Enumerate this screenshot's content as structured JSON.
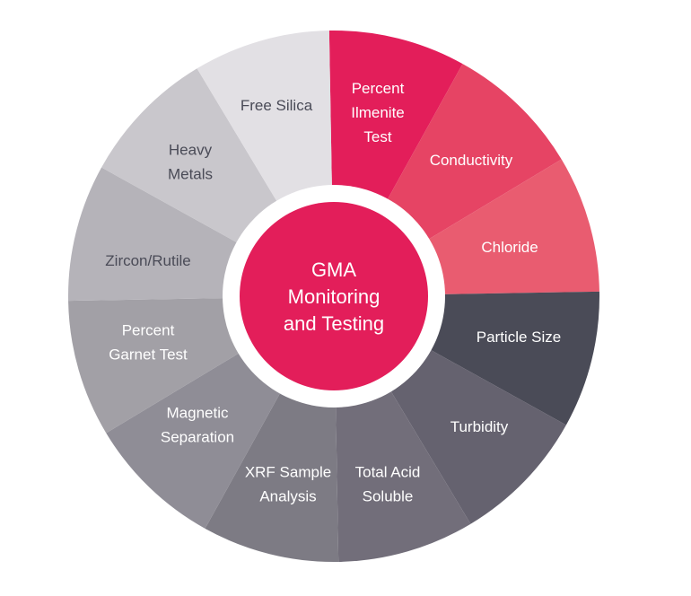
{
  "center": {
    "lines": [
      "GMA",
      "Monitoring",
      "and Testing"
    ],
    "color": "#e31e5a"
  },
  "segments": [
    {
      "lines": [
        "Percent",
        "Ilmenite",
        "Test"
      ],
      "color": "#e31e5a",
      "text_color": "#ffffff"
    },
    {
      "lines": [
        "Conductivity"
      ],
      "color": "#e64464",
      "text_color": "#ffffff"
    },
    {
      "lines": [
        "Chloride"
      ],
      "color": "#e95c70",
      "text_color": "#ffffff"
    },
    {
      "lines": [
        "Particle Size"
      ],
      "color": "#4a4b57",
      "text_color": "#ffffff"
    },
    {
      "lines": [
        "Turbidity"
      ],
      "color": "#65626f",
      "text_color": "#ffffff"
    },
    {
      "lines": [
        "Total Acid",
        "Soluble"
      ],
      "color": "#726e7a",
      "text_color": "#ffffff"
    },
    {
      "lines": [
        "XRF Sample",
        "Analysis"
      ],
      "color": "#7d7b84",
      "text_color": "#ffffff"
    },
    {
      "lines": [
        "Magnetic",
        "Separation"
      ],
      "color": "#8f8d96",
      "text_color": "#ffffff"
    },
    {
      "lines": [
        "Percent",
        "Garnet Test"
      ],
      "color": "#a2a0a6",
      "text_color": "#ffffff"
    },
    {
      "lines": [
        "Zircon/Rutile"
      ],
      "color": "#b5b3b9",
      "text_color": "#4a4b57"
    },
    {
      "lines": [
        "Heavy",
        "Metals"
      ],
      "color": "#c9c7cc",
      "text_color": "#4a4b57"
    },
    {
      "lines": [
        "Free Silica"
      ],
      "color": "#e2e0e4",
      "text_color": "#4a4b57"
    }
  ]
}
